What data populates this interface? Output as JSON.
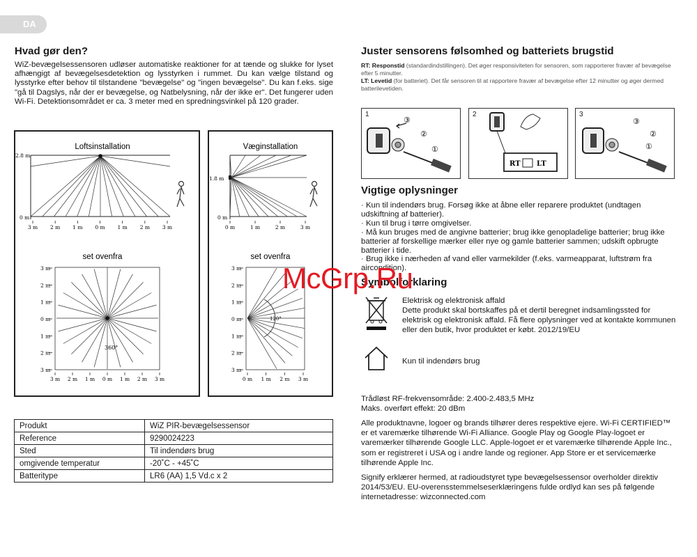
{
  "lang": "DA",
  "left": {
    "heading": "Hvad gør den?",
    "intro": "WiZ-bevægelsessensoren udløser automatiske reaktioner for at tænde og slukke for lyset afhængigt af bevægelsesdetektion og lysstyrken i rummet. Du kan vælge tilstand og lysstyrke efter behov til tilstandene \"bevægelse\" og \"ingen bevægelse\". Du kan f.eks. sige \"gå til Dagslys, når der er bevægelse, og Natbelysning, når der ikke er\". Det fungerer uden Wi-Fi. Detektionsområdet er ca. 3 meter med en spredningsvinkel på 120 grader.",
    "ceiling": {
      "title": "Loftsinstallation",
      "y_top": "2.8 m",
      "y_bottom": "0 m",
      "x_ticks": [
        "3 m",
        "2 m",
        "1 m",
        "0 m",
        "1 m",
        "2 m",
        "3 m"
      ]
    },
    "wall": {
      "title": "Væginstallation",
      "y_top": "1.8 m",
      "y_bottom": "0 m",
      "x_ticks": [
        "0 m",
        "1 m",
        "2 m",
        "3 m"
      ]
    },
    "top_ceiling": {
      "title": "set ovenfra",
      "y_ticks": [
        "3 m",
        "2 m",
        "1 m",
        "0 m",
        "1 m",
        "2 m",
        "3 m"
      ],
      "x_ticks": [
        "3 m",
        "2 m",
        "1 m",
        "0 m",
        "1 m",
        "2 m",
        "3 m"
      ],
      "angle": "360°"
    },
    "top_wall": {
      "title": "set ovenfra",
      "y_ticks": [
        "3 m",
        "2 m",
        "1 m",
        "0 m",
        "1 m",
        "2 m",
        "3 m"
      ],
      "x_ticks": [
        "0 m",
        "1 m",
        "2 m",
        "3 m"
      ],
      "angle": "120°"
    },
    "table": [
      [
        "Produkt",
        "WiZ PIR-bevægelsessensor"
      ],
      [
        "Reference",
        "9290024223"
      ],
      [
        "Sted",
        "Til indendørs brug"
      ],
      [
        "omgivende temperatur",
        "-20˚C - +45˚C"
      ],
      [
        "Batteritype",
        "LR6 (AA) 1,5 Vd.c x 2"
      ]
    ]
  },
  "right": {
    "heading": "Juster sensorens følsomhed og batteriets brugstid",
    "rt_label": "RT: Responstid",
    "rt_text": " (standardindstillingen). Det øger responsiviteten for sensoren, som rapporterer fravær af bevægelse efter 5 minutter.",
    "lt_label": "LT: Levetid",
    "lt_text": " (for batteriet). Det får sensoren til at rapportere fravær af bevægelse efter 12 minutter og øger dermed batterilevetiden.",
    "images": [
      {
        "num": "1",
        "steps": [
          "③",
          "②",
          "①"
        ]
      },
      {
        "num": "2",
        "switch": [
          "RT",
          "LT"
        ]
      },
      {
        "num": "3",
        "steps": [
          "③",
          "②",
          "①"
        ]
      }
    ],
    "important_heading": "Vigtige oplysninger",
    "bullets": [
      "· Kun til indendørs brug. Forsøg ikke at åbne eller reparere produktet (undtagen udskiftning af batterier).",
      "· Kun til brug i tørre omgivelser.",
      "· Må kun bruges med de angivne batterier; brug ikke genopladelige batterier; brug ikke batterier af forskellige mærker eller nye og gamle batterier sammen; udskift opbrugte batterier i tide.",
      "· Brug ikke i nærheden af vand eller varmekilder (f.eks. varmeapparat, luftstrøm fra aircondition)."
    ],
    "symbols_heading": "Symbolforklaring",
    "weee_title": "Elektrisk og elektronisk affald",
    "weee_text": "Dette produkt skal bortskaffes på et dertil beregnet indsamlingssted for elektrisk og elektronisk affald. Få flere oplysninger ved at kontakte kommunen eller den butik, hvor produktet er købt. 2012/19/EU",
    "indoor_text": "Kun til indendørs brug",
    "rf": [
      "Trådløst RF-frekvensområde: 2.400-2.483,5 MHz",
      "Maks. overført effekt: 20 dBm"
    ],
    "trademarks": "Alle produktnavne, logoer og brands tilhører deres respektive ejere. Wi-Fi CERTIFIED™ er et varemærke tilhørende Wi-Fi Alliance. Google Play og Google Play-logoet er varemærker tilhørende Google LLC. Apple-logoet er et varemærke tilhørende Apple Inc., som er registreret i USA og i andre lande og regioner. App Store er et servicemærke tilhørende Apple Inc.",
    "declaration": "Signify erklærer hermed, at radioudstyret type bevægelsessensor overholder direktiv 2014/53/EU. EU-overensstemmelseserklæringens fulde ordlyd kan ses på følgende internetadresse: wizconnected.com"
  },
  "watermark": "McGrp.Ru",
  "colors": {
    "watermark": "#e31b23",
    "tab": "#d9d9d9"
  }
}
